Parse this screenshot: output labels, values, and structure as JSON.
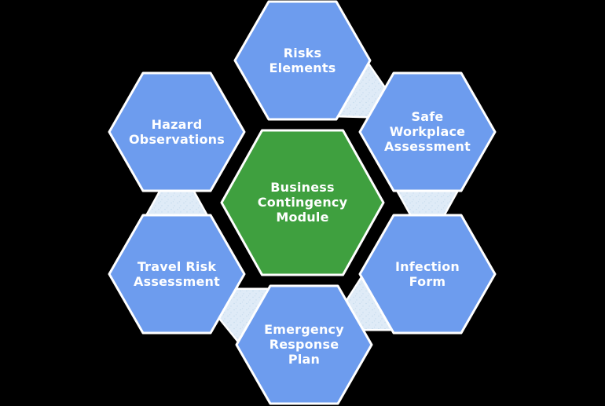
{
  "diagram": {
    "center": {
      "id": "business-contingency-module",
      "label": "Business\nContingency\nModule"
    },
    "nodes": [
      {
        "id": "risks-elements",
        "label": "Risks\nElements"
      },
      {
        "id": "safe-workplace-assessment",
        "label": "Safe\nWorkplace\nAssessment"
      },
      {
        "id": "infection-form",
        "label": "Infection\nForm"
      },
      {
        "id": "emergency-response-plan",
        "label": "Emergency\nResponse\nPlan"
      },
      {
        "id": "travel-risk-assessment",
        "label": "Travel Risk\nAssessment"
      },
      {
        "id": "hazard-observations",
        "label": "Hazard\nObservations"
      }
    ],
    "connections": [
      {
        "from": "risks-elements",
        "to": "safe-workplace-assessment"
      },
      {
        "from": "safe-workplace-assessment",
        "to": "infection-form"
      },
      {
        "from": "infection-form",
        "to": "emergency-response-plan"
      },
      {
        "from": "emergency-response-plan",
        "to": "travel-risk-assessment"
      },
      {
        "from": "travel-risk-assessment",
        "to": "hazard-observations"
      }
    ],
    "colors": {
      "outer_node_fill": "#6D9CEE",
      "center_node_fill": "#3FA03F",
      "connector_fill": "#DFEBF7",
      "connector_speckle": "#C6DCEE",
      "node_border": "#FFFFFF",
      "label_text": "#FFFFFF",
      "background": "#000000"
    }
  }
}
